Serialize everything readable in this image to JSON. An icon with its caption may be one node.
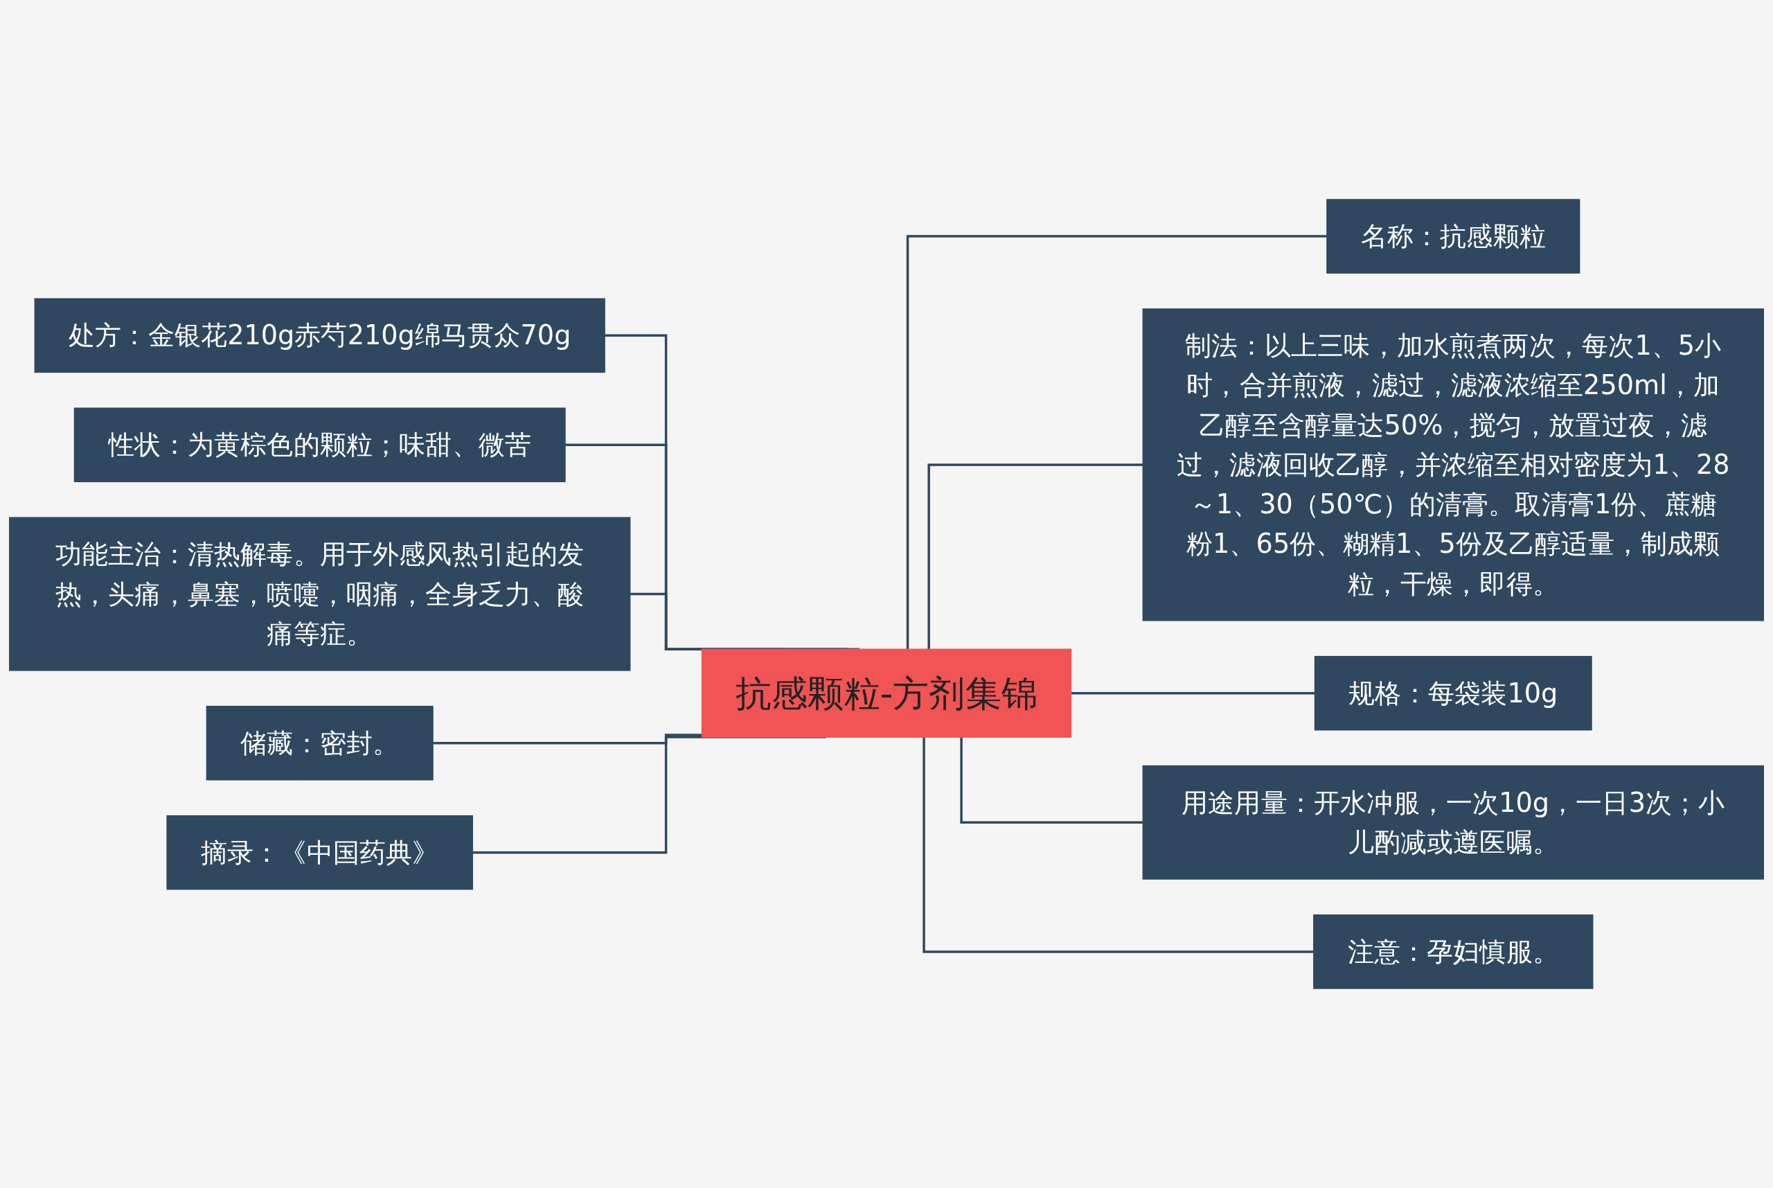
{
  "diagram": {
    "nodes": [
      {
        "text": [
          "抗感颗粒-方剂集锦"
        ]
      },
      {
        "text": [
          "处方：金银花210g赤芍210g绵马贯众70g"
        ]
      },
      {
        "text": [
          "性状：为黄棕色的颗粒；味甜、微苦"
        ]
      },
      {
        "text": [
          "功能主治：清热解毒。用于外感风热引起的发热，头痛，鼻塞，喷嚏，咽痛，全身乏力、酸痛等症。"
        ]
      },
      {
        "text": [
          "储藏：密封。"
        ]
      },
      {
        "text": [
          "摘录：《中国药典》"
        ]
      },
      {
        "text": [
          "名称：抗感颗粒"
        ]
      },
      {
        "text": [
          "制法：以上三味，加水煎煮两次，每次1、5小时，合并煎液，滤过，滤液浓缩至250ml，加乙醇至含醇量达50%，搅匀，放置过夜，滤过，滤液回收乙醇，并浓缩至相对密度为1、28～1、30（50℃）的清膏。取清膏1份、蔗糖粉1、65份、糊精1、5份及乙醇适量，制成颗粒，干燥，即得。"
        ]
      },
      {
        "text": [
          "规格：每袋装10g"
        ]
      },
      {
        "text": [
          "用途用量：开水冲服，一次10g，一日3次；小儿酌减或遵医嘱。"
        ]
      },
      {
        "text": [
          "注意：孕妇慎服。"
        ]
      }
    ],
    "edges": [
      {
        "from": 0,
        "to": 1,
        "arrow": "none"
      },
      {
        "from": 0,
        "to": 2,
        "arrow": "none"
      },
      {
        "from": 0,
        "to": 3,
        "arrow": "none"
      },
      {
        "from": 0,
        "to": 4,
        "arrow": "none"
      },
      {
        "from": 0,
        "to": 5,
        "arrow": "none"
      },
      {
        "from": 0,
        "to": 6,
        "arrow": "none"
      },
      {
        "from": 0,
        "to": 7,
        "arrow": "none"
      },
      {
        "from": 0,
        "to": 8,
        "arrow": "none"
      },
      {
        "from": 0,
        "to": 9,
        "arrow": "none"
      },
      {
        "from": 0,
        "to": 10,
        "arrow": "none"
      }
    ]
  }
}
